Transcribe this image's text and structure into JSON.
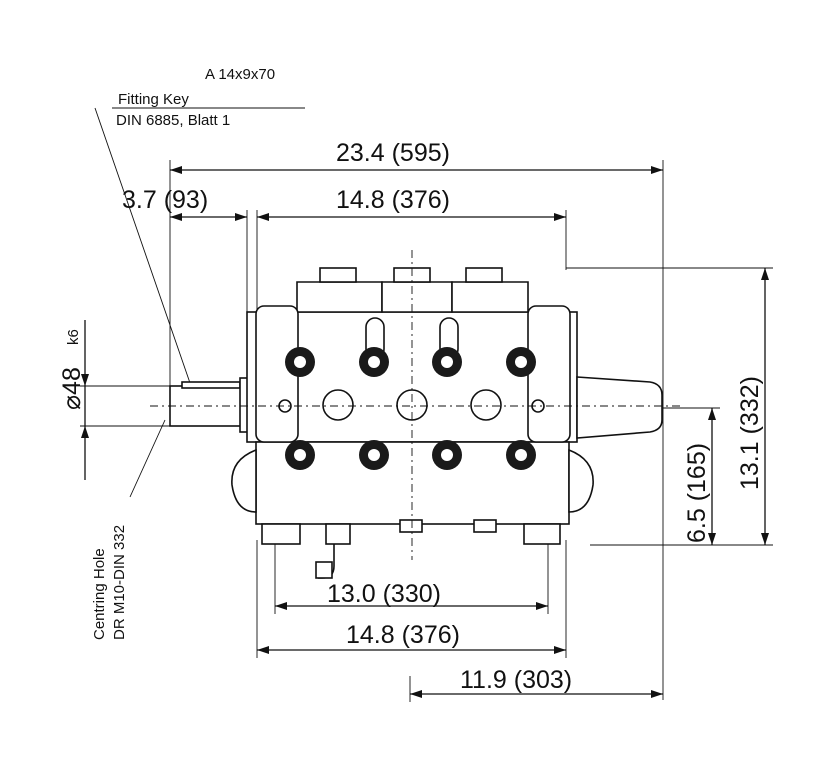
{
  "annotations": {
    "key_size": "A 14x9x70",
    "fitting_key": "Fitting Key",
    "fitting_key_std": "DIN 6885, Blatt 1",
    "centring_hole": "Centring Hole",
    "centring_hole_std": "DR M10-DIN 332",
    "shaft_diameter": "⌀48",
    "shaft_tolerance": "k6"
  },
  "dimensions": {
    "overall_length": "23.4 (595)",
    "shaft_length": "3.7 (93)",
    "crankcase_top": "14.8 (376)",
    "mount_holes": "13.0 (330)",
    "base_length": "14.8 (376)",
    "shaft_to_end": "11.9 (303)",
    "overall_height": "13.1 (332)",
    "shaft_height": "6.5 (165)"
  }
}
